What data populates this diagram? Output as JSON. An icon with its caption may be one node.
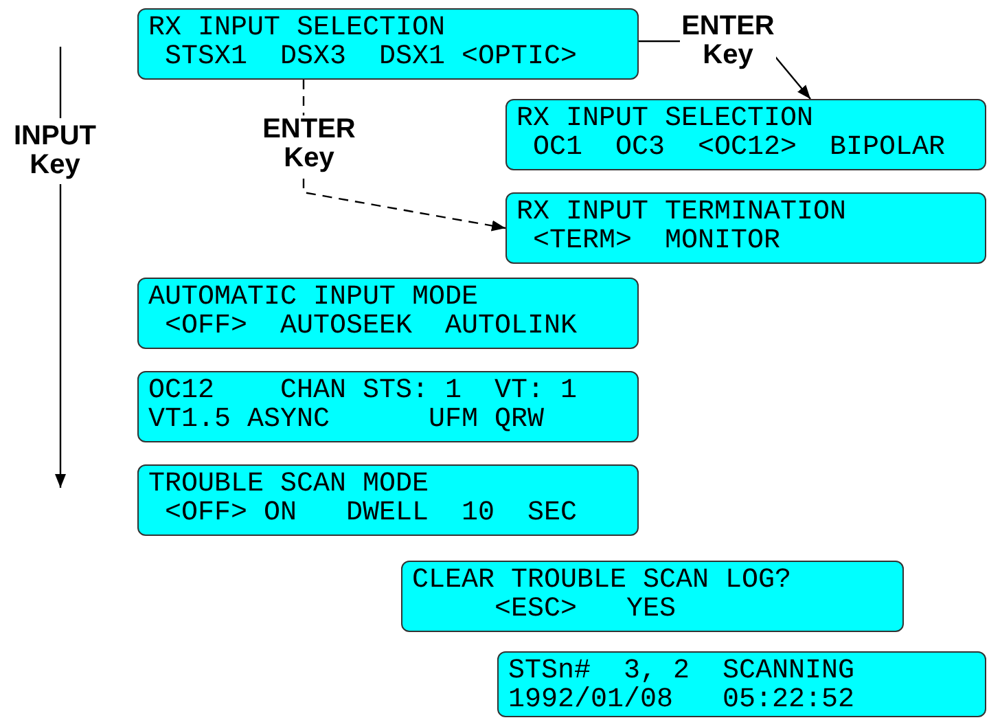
{
  "diagram": {
    "nodes": [
      {
        "text": [
          "RX INPUT SELECTION",
          " STSX1  DSX3  DSX1 <OPTIC>"
        ]
      },
      {
        "text": [
          "RX INPUT SELECTION",
          " OC1  OC3  <OC12>  BIPOLAR"
        ]
      },
      {
        "text": [
          "RX INPUT TERMINATION",
          " <TERM>  MONITOR"
        ]
      },
      {
        "text": [
          "AUTOMATIC INPUT MODE",
          " <OFF>  AUTOSEEK  AUTOLINK"
        ]
      },
      {
        "text": [
          "OC12    CHAN STS: 1  VT: 1",
          "VT1.5 ASYNC      UFM QRW"
        ]
      },
      {
        "text": [
          "TROUBLE SCAN MODE",
          " <OFF> ON   DWELL  10  SEC"
        ]
      },
      {
        "text": [
          "CLEAR TROUBLE SCAN LOG?",
          "     <ESC>   YES"
        ]
      },
      {
        "text": [
          "STSn#  3, 2  SCANNING",
          "1992/01/08   05:22:52"
        ]
      }
    ],
    "edges": [
      {
        "from": 0,
        "to": 1,
        "arrow": "to",
        "label": "ENTER Key"
      },
      {
        "from": 0,
        "to": 2,
        "arrow": "to",
        "label": "ENTER Key",
        "style": "dashed"
      }
    ],
    "labels": [
      "INPUT Key"
    ]
  }
}
